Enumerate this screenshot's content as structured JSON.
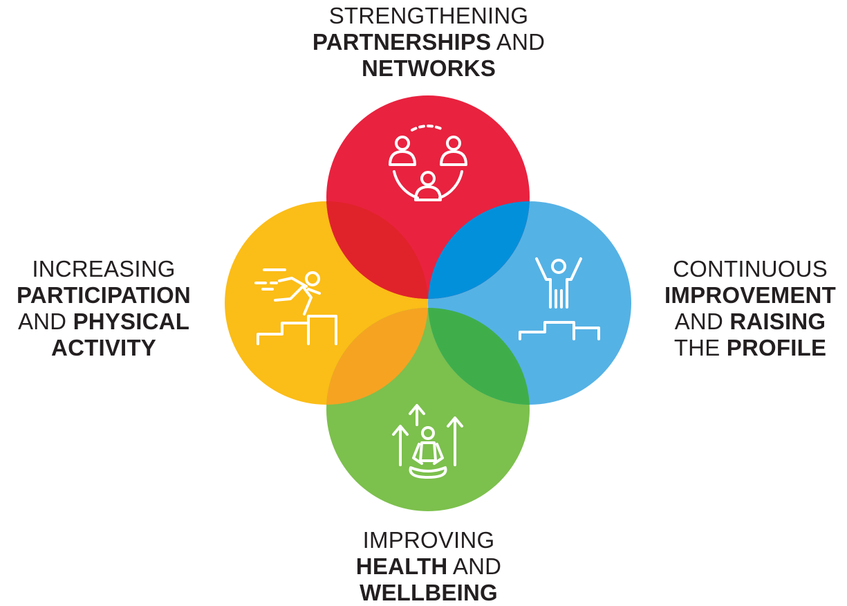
{
  "colors": {
    "top": "#e9223f",
    "right": "#55b2e5",
    "bottom": "#7cc04d",
    "left": "#fbbd17",
    "overlap_top_right": "#0390db",
    "overlap_right_bottom": "#3fae4a",
    "overlap_bottom_left": "#f6a322",
    "overlap_left_top": "#e0232a",
    "icon_stroke": "#ffffff"
  },
  "icons": {
    "top": "people-network-icon",
    "right": "winner-podium-icon",
    "bottom": "meditation-growth-icon",
    "left": "running-steps-icon"
  },
  "labels": {
    "top": {
      "line1": "STRENGTHENING",
      "line2_bold": "PARTNERSHIPS",
      "line2_light": " AND",
      "line3_bold": "NETWORKS"
    },
    "left": {
      "line1": "INCREASING",
      "line2_bold": "PARTICIPATION",
      "line3_light": "AND ",
      "line3_bold": "PHYSICAL",
      "line4_bold": "ACTIVITY"
    },
    "right": {
      "line1": "CONTINUOUS",
      "line2_bold": "IMPROVEMENT",
      "line3_light": "AND ",
      "line3_bold": "RAISING",
      "line4_light": "THE ",
      "line4_bold": "PROFILE"
    },
    "bottom": {
      "line1": "IMPROVING",
      "line2_bold": "HEALTH",
      "line2_light": " AND",
      "line3_bold": "WELLBEING"
    }
  }
}
